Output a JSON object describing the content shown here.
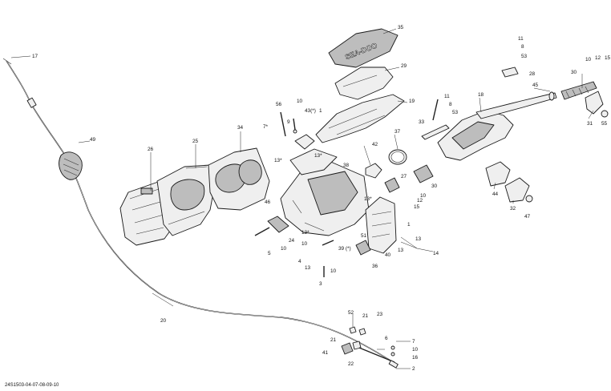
{
  "diagram": {
    "reference_code": "24S1503-04-07-08-09-10",
    "hood_logo_text": "SEA-DOO",
    "callouts": [
      {
        "id": "c17",
        "text": "17"
      },
      {
        "id": "c49",
        "text": "49"
      },
      {
        "id": "c20",
        "text": "20"
      },
      {
        "id": "c26",
        "text": "26"
      },
      {
        "id": "c25",
        "text": "25"
      },
      {
        "id": "c34",
        "text": "34"
      },
      {
        "id": "c35",
        "text": "35"
      },
      {
        "id": "c29",
        "text": "29"
      },
      {
        "id": "c19",
        "text": "19"
      },
      {
        "id": "c56",
        "text": "56"
      },
      {
        "id": "c10a",
        "text": "10"
      },
      {
        "id": "c9a",
        "text": "9"
      },
      {
        "id": "c43",
        "text": "43(*)"
      },
      {
        "id": "c1",
        "text": "1"
      },
      {
        "id": "c7a",
        "text": "7*"
      },
      {
        "id": "c13a",
        "text": "13*"
      },
      {
        "id": "c13b",
        "text": "13*"
      },
      {
        "id": "c38",
        "text": "38"
      },
      {
        "id": "c46",
        "text": "46"
      },
      {
        "id": "c42",
        "text": "42"
      },
      {
        "id": "c37",
        "text": "37"
      },
      {
        "id": "c13c",
        "text": "13*"
      },
      {
        "id": "c27",
        "text": "27"
      },
      {
        "id": "c30",
        "text": "30"
      },
      {
        "id": "c10b",
        "text": "10"
      },
      {
        "id": "c12a",
        "text": "12"
      },
      {
        "id": "c15a",
        "text": "15"
      },
      {
        "id": "c24",
        "text": "24"
      },
      {
        "id": "c5",
        "text": "5"
      },
      {
        "id": "c10c",
        "text": "10"
      },
      {
        "id": "c10d",
        "text": "10"
      },
      {
        "id": "c4",
        "text": "4"
      },
      {
        "id": "c13d",
        "text": "13*"
      },
      {
        "id": "c39",
        "text": "39 (*)"
      },
      {
        "id": "c51",
        "text": "51"
      },
      {
        "id": "c13e",
        "text": "13"
      },
      {
        "id": "c3",
        "text": "3"
      },
      {
        "id": "c10e",
        "text": "10"
      },
      {
        "id": "c36",
        "text": "36"
      },
      {
        "id": "c40",
        "text": "40"
      },
      {
        "id": "c13f",
        "text": "13"
      },
      {
        "id": "c1b",
        "text": "1"
      },
      {
        "id": "c13g",
        "text": "13"
      },
      {
        "id": "c14",
        "text": "14"
      },
      {
        "id": "c33",
        "text": "33"
      },
      {
        "id": "c11a",
        "text": "11"
      },
      {
        "id": "c8a",
        "text": "8"
      },
      {
        "id": "c53a",
        "text": "53"
      },
      {
        "id": "c18",
        "text": "18"
      },
      {
        "id": "c11b",
        "text": "11"
      },
      {
        "id": "c8b",
        "text": "8"
      },
      {
        "id": "c53b",
        "text": "53"
      },
      {
        "id": "c28",
        "text": "28"
      },
      {
        "id": "c10f",
        "text": "10"
      },
      {
        "id": "c12b",
        "text": "12"
      },
      {
        "id": "c15b",
        "text": "15"
      },
      {
        "id": "c45",
        "text": "45"
      },
      {
        "id": "c30b",
        "text": "30"
      },
      {
        "id": "c31",
        "text": "31"
      },
      {
        "id": "c55",
        "text": "55"
      },
      {
        "id": "c44",
        "text": "44"
      },
      {
        "id": "c32",
        "text": "32"
      },
      {
        "id": "c47",
        "text": "47"
      },
      {
        "id": "c52",
        "text": "52"
      },
      {
        "id": "c21a",
        "text": "21"
      },
      {
        "id": "c23",
        "text": "23"
      },
      {
        "id": "c21b",
        "text": "21"
      },
      {
        "id": "c41",
        "text": "41"
      },
      {
        "id": "c22",
        "text": "22"
      },
      {
        "id": "c6",
        "text": "6"
      },
      {
        "id": "c7b",
        "text": "7"
      },
      {
        "id": "c10g",
        "text": "10"
      },
      {
        "id": "c16",
        "text": "16"
      },
      {
        "id": "c2",
        "text": "2"
      }
    ]
  }
}
